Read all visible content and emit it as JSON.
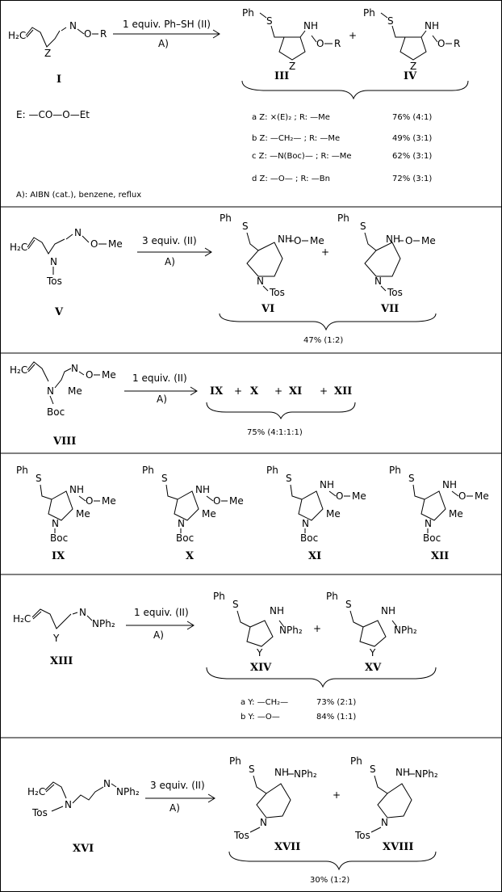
{
  "scheme1": {
    "reagent": "1 equiv. Ph–SH (II)",
    "conditions": "A)",
    "start_label": "I",
    "products": [
      "III",
      "IV"
    ],
    "ester_def": "E: —CO—O—Et",
    "entries": [
      {
        "text": "a  Z: ⨯(E)₂ ; R: —Me",
        "yield": "76% (4:1)"
      },
      {
        "text": "b  Z: —CH₂— ; R: —Me",
        "yield": "49% (3:1)"
      },
      {
        "text": "c  Z: —N(Boc)— ; R: —Me",
        "yield": "62% (3:1)"
      },
      {
        "text": "d  Z: —O— ; R: —Bn",
        "yield": "72% (3:1)"
      }
    ],
    "conditions_def": "A): AIBN (cat.),  benzene,  reflux"
  },
  "scheme2": {
    "reagent": "3 equiv. (II)",
    "conditions": "A)",
    "start_label": "V",
    "products": [
      "VI",
      "VII"
    ],
    "yield": "47% (1:2)"
  },
  "scheme3": {
    "reagent": "1 equiv. (II)",
    "conditions": "A)",
    "start_label": "VIII",
    "products_inline": [
      "IX",
      "+",
      "X",
      "+",
      "XI",
      "+",
      "XII"
    ],
    "yield": "75% (4:1:1:1)",
    "structures": [
      "IX",
      "X",
      "XI",
      "XII"
    ]
  },
  "scheme4": {
    "reagent": "1 equiv. (II)",
    "conditions": "A)",
    "start_label": "XIII",
    "products": [
      "XIV",
      "XV"
    ],
    "entries": [
      {
        "text": "a  Y: —CH₂—",
        "yield": "73% (2:1)"
      },
      {
        "text": "b  Y: —O—",
        "yield": "84% (1:1)"
      }
    ]
  },
  "scheme5": {
    "reagent": "3 equiv. (II)",
    "conditions": "A)",
    "start_label": "XVI",
    "products": [
      "XVII",
      "XVIII"
    ],
    "yield": "30% (1:2)"
  },
  "atoms": {
    "PhS": "Ph",
    "S": "S",
    "NH": "NH",
    "N": "N",
    "O": "O",
    "R": "R",
    "Me": "Me",
    "Z": "Z",
    "Y": "Y",
    "Boc": "Boc",
    "Tos": "Tos",
    "H2C": "H₂C",
    "NPh2": "NPh₂",
    "plus": "+"
  }
}
